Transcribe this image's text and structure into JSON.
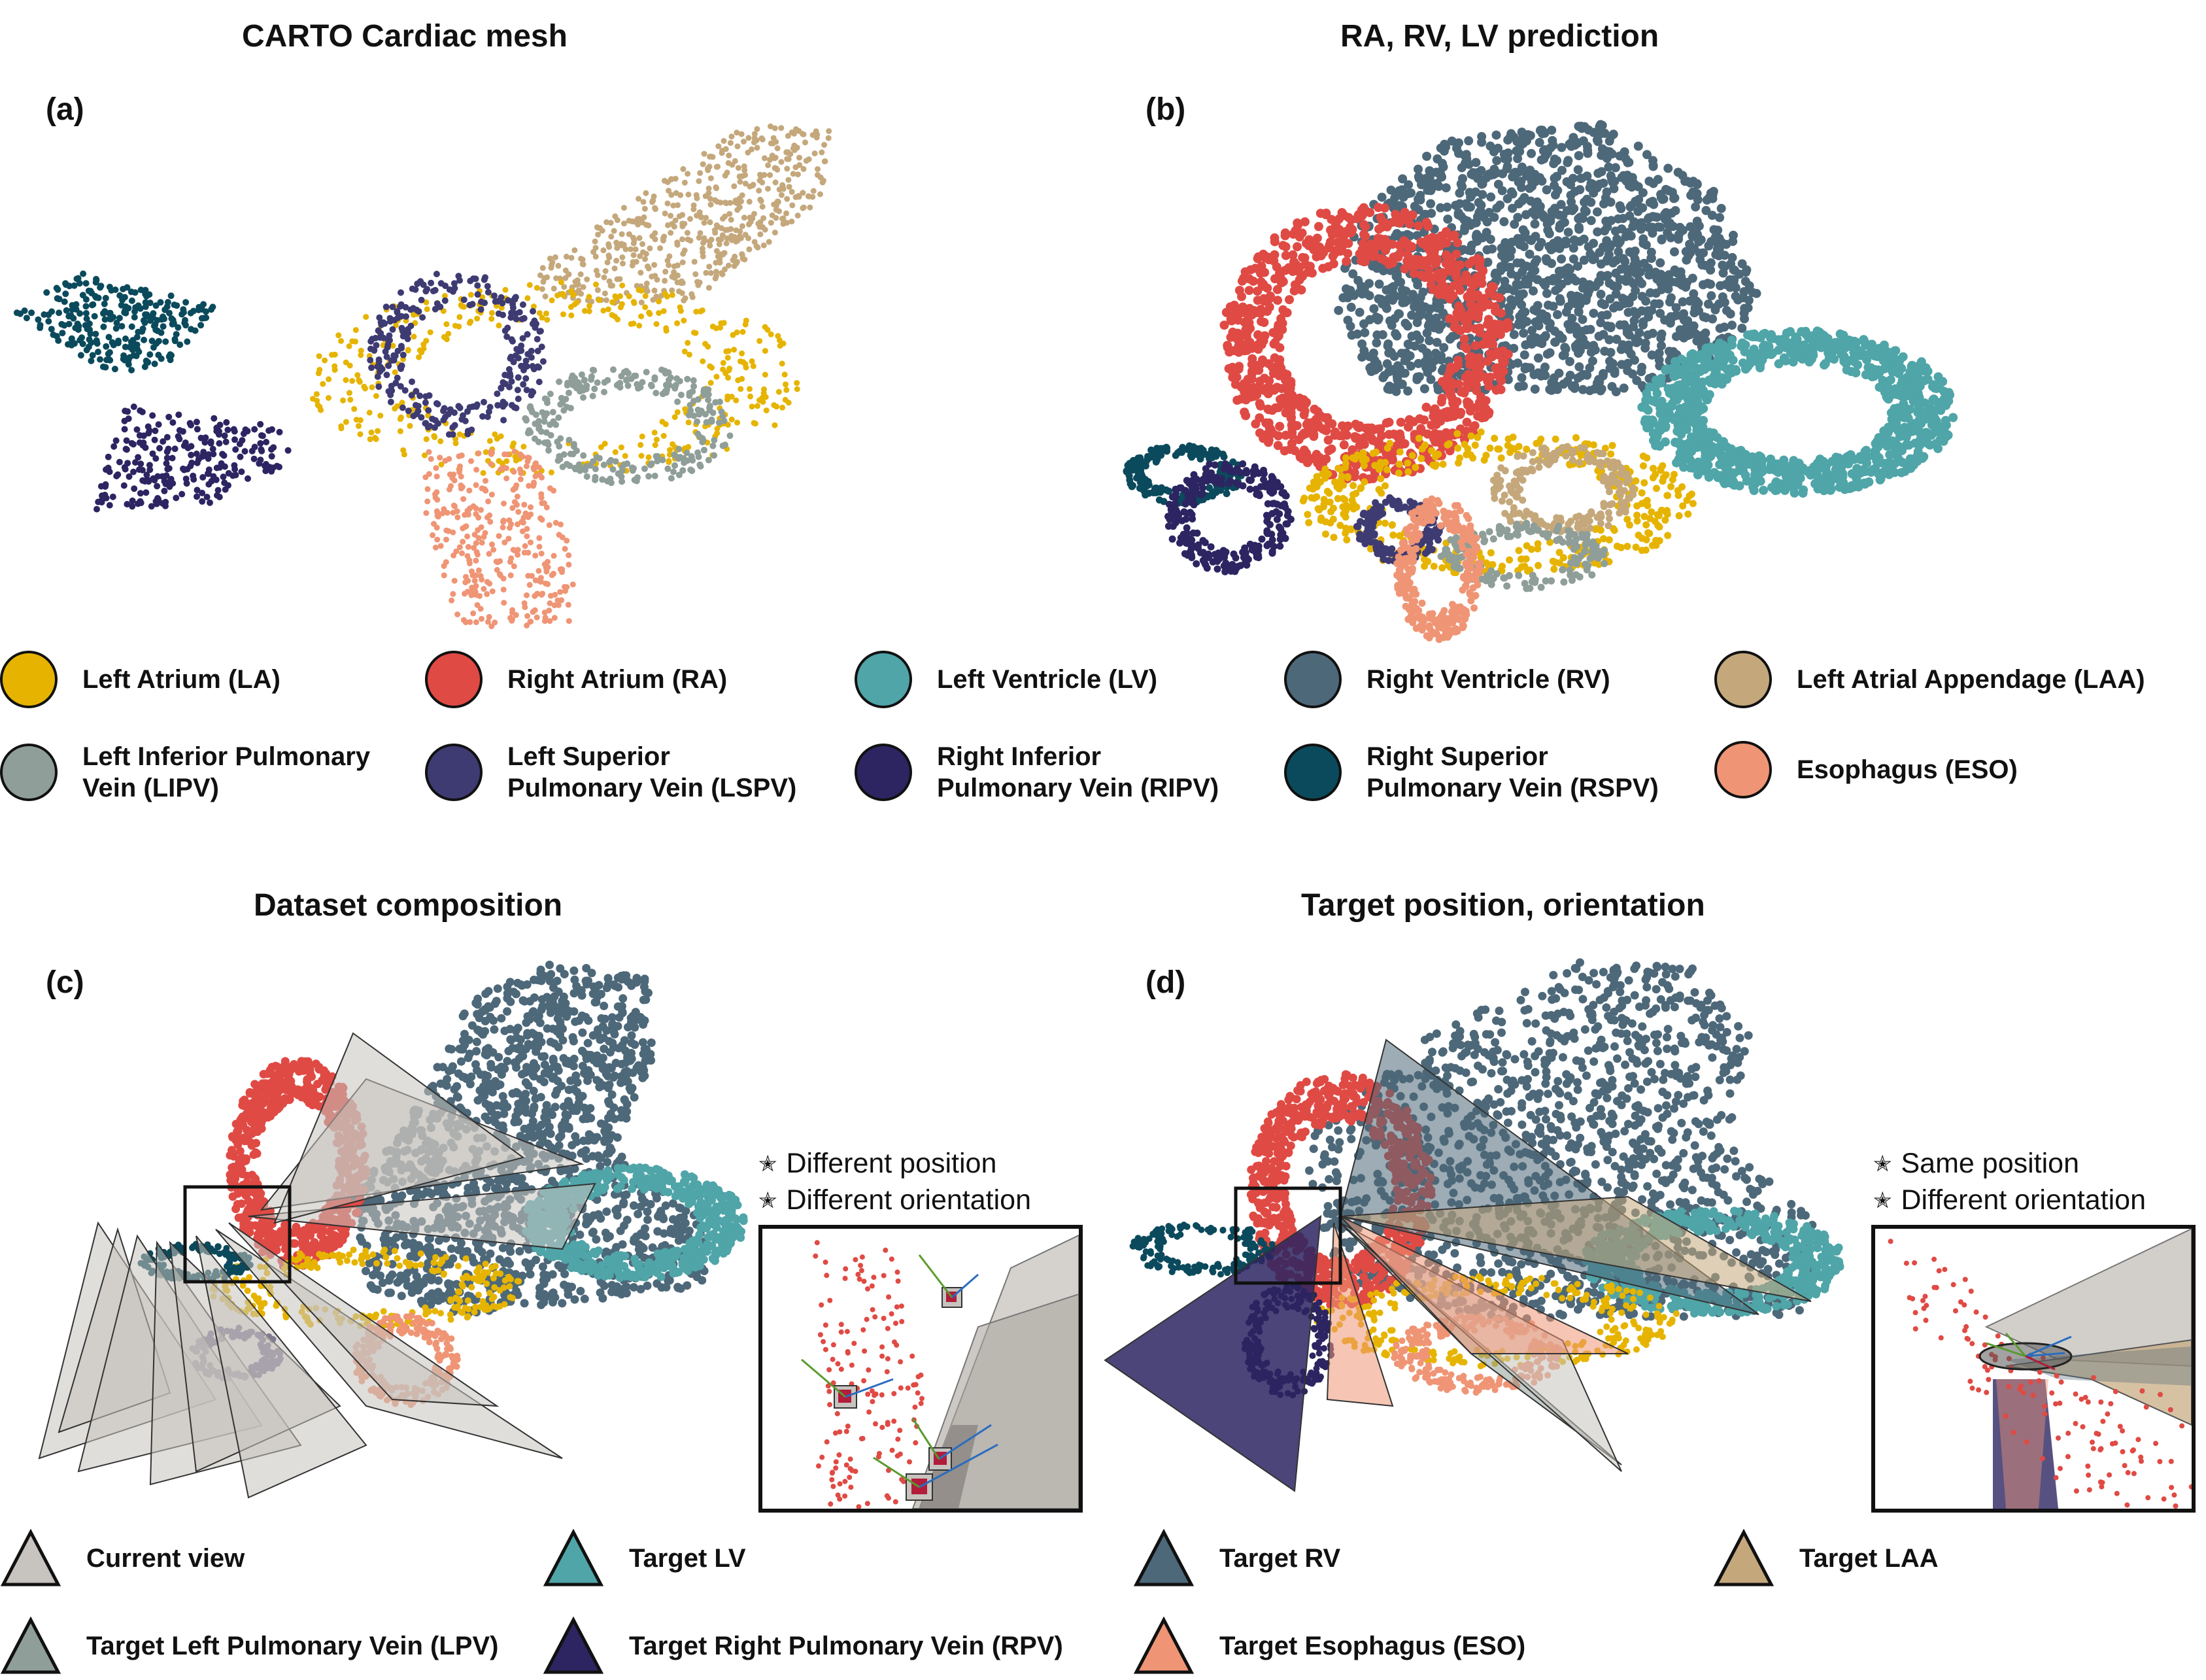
{
  "panels": {
    "a": {
      "label": "(a)",
      "title": "CARTO Cardiac mesh"
    },
    "b": {
      "label": "(b)",
      "title": "RA, RV, LV prediction"
    },
    "c": {
      "label": "(c)",
      "title": "Dataset composition"
    },
    "d": {
      "label": "(d)",
      "title": "Target position, orientation"
    }
  },
  "colors": {
    "LA": "#e6b400",
    "RA": "#e04a44",
    "LV": "#4fa5a8",
    "RV": "#4d6879",
    "LAA": "#c4a87c",
    "LIPV": "#8f9e98",
    "LSPV": "#3e3b73",
    "RIPV": "#2c2562",
    "RSPV": "#0b4a5c",
    "ESO": "#ef9575",
    "current": "#c7c3be"
  },
  "structure_legend": [
    {
      "name": "Left Atrium (LA)",
      "color": "#e6b400"
    },
    {
      "name": "Right Atrium (RA)",
      "color": "#e04a44"
    },
    {
      "name": "Left Ventricle (LV)",
      "color": "#4fa5a8"
    },
    {
      "name": "Right Ventricle (RV)",
      "color": "#4d6879"
    },
    {
      "name": "Left Atrial Appendage (LAA)",
      "color": "#c4a87c"
    },
    {
      "name": "Left Inferior Pulmonary\nVein (LIPV)",
      "color": "#8f9e98"
    },
    {
      "name": "Left Superior\nPulmonary Vein (LSPV)",
      "color": "#3e3b73"
    },
    {
      "name": "Right Inferior\nPulmonary Vein (RIPV)",
      "color": "#2c2562"
    },
    {
      "name": "Right Superior\nPulmonary Vein (RSPV)",
      "color": "#0b4a5c"
    },
    {
      "name": "Esophagus (ESO)",
      "color": "#ef9575"
    }
  ],
  "view_legend": [
    {
      "name": "Current view",
      "color": "#c7c3be"
    },
    {
      "name": "Target LV",
      "color": "#4fa5a8"
    },
    {
      "name": "Target RV",
      "color": "#4d6879"
    },
    {
      "name": "Target LAA",
      "color": "#c4a87c"
    },
    {
      "name": "Target Left Pulmonary Vein (LPV)",
      "color": "#8f9e98"
    },
    {
      "name": "Target Right Pulmonary Vein (RPV)",
      "color": "#2c2562"
    },
    {
      "name": "Target Esophagus (ESO)",
      "color": "#ef9575"
    }
  ],
  "annotations": {
    "c": {
      "line1": "Different position",
      "line2": "Different orientation",
      "star": "✭"
    },
    "d": {
      "line1": "Same position",
      "line2": "Different orientation",
      "star": "✭"
    }
  }
}
